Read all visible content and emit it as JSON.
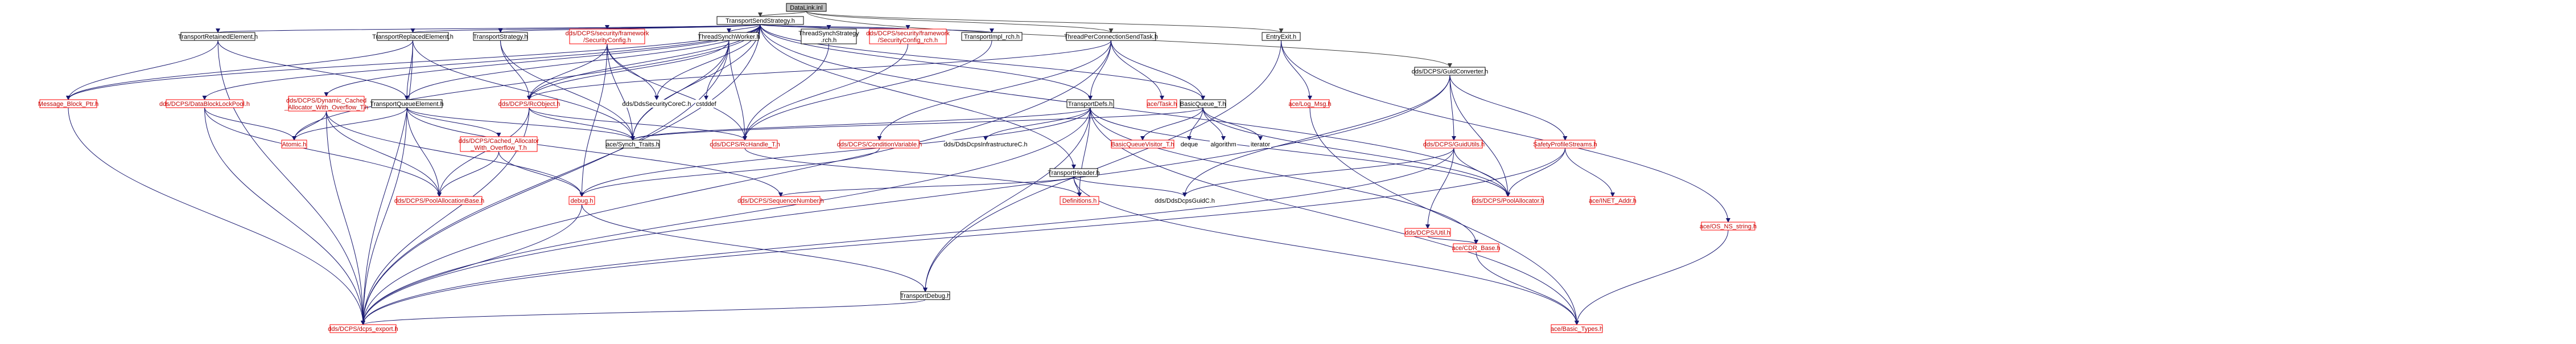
{
  "colors": {
    "edge_blue": "#191970",
    "edge_dark": "#404040",
    "node_border_red": "#ff0000",
    "node_border_black": "#000000",
    "node_root_fill": "#bfbfbf",
    "node_fill": "#ffffff",
    "text_red": "#c00000",
    "text_black": "#000000"
  },
  "nodes": [
    {
      "id": "datalink",
      "label": "DataLink.inl",
      "style": "root"
    },
    {
      "id": "tss",
      "label": "TransportSendStrategy.h",
      "style": "black"
    },
    {
      "id": "tre",
      "label": "TransportRetainedElement.h",
      "style": "black"
    },
    {
      "id": "trpe",
      "label": "TransportReplacedElement.h",
      "style": "black"
    },
    {
      "id": "tstrat",
      "label": "TransportStrategy.h",
      "style": "black"
    },
    {
      "id": "secconf",
      "label": [
        "dds/DCPS/security/framework",
        "/SecurityConfig.h"
      ],
      "style": "red"
    },
    {
      "id": "tswork",
      "label": "ThreadSynchWorker.h",
      "style": "black"
    },
    {
      "id": "tsstrat",
      "label": [
        "ThreadSynchStrategy",
        ".rch.h"
      ],
      "style": "black"
    },
    {
      "id": "secconfrch",
      "label": [
        "dds/DCPS/security/framework",
        "/SecurityConfig_rch.h"
      ],
      "style": "red"
    },
    {
      "id": "timplrch",
      "label": "TransportImpl_rch.h",
      "style": "black"
    },
    {
      "id": "tpcst",
      "label": "ThreadPerConnectionSendTask.h",
      "style": "black"
    },
    {
      "id": "entryexit",
      "label": "EntryExit.h",
      "style": "black"
    },
    {
      "id": "guidconv",
      "label": "dds/DCPS/GuidConverter.h",
      "style": "black"
    },
    {
      "id": "msgblk",
      "label": "Message_Block_Ptr.h",
      "style": "red"
    },
    {
      "id": "dblp",
      "label": "dds/DCPS/DataBlockLockPool.h",
      "style": "red"
    },
    {
      "id": "dcao",
      "label": [
        "dds/DCPS/Dynamic_Cached",
        "_Allocator_With_Overflow_T.h"
      ],
      "style": "red"
    },
    {
      "id": "tqe",
      "label": "TransportQueueElement.h",
      "style": "black"
    },
    {
      "id": "rcobj",
      "label": "dds/DCPS/RcObject.h",
      "style": "red"
    },
    {
      "id": "cstddef",
      "label": "cstddef",
      "style": "plain"
    },
    {
      "id": "ddssec",
      "label": "dds/DdsSecurityCoreC.h",
      "style": "plain"
    },
    {
      "id": "tdefs",
      "label": "TransportDefs.h",
      "style": "black"
    },
    {
      "id": "acetask",
      "label": "ace/Task.h",
      "style": "red"
    },
    {
      "id": "bq",
      "label": "BasicQueue_T.h",
      "style": "black"
    },
    {
      "id": "acelog",
      "label": "ace/Log_Msg.h",
      "style": "red"
    },
    {
      "id": "atomic",
      "label": "Atomic.h",
      "style": "red"
    },
    {
      "id": "cao",
      "label": [
        "dds/DCPS/Cached_Allocator",
        "_With_Overflow_T.h"
      ],
      "style": "red"
    },
    {
      "id": "synch",
      "label": "ace/Synch_Traits.h",
      "style": "black"
    },
    {
      "id": "rch",
      "label": "dds/DCPS/RcHandle_T.h",
      "style": "red"
    },
    {
      "id": "condvar",
      "label": "dds/DCPS/ConditionVariable.h",
      "style": "red"
    },
    {
      "id": "ddsinfra",
      "label": "dds/DdsDcpsInfrastructureC.h",
      "style": "plain"
    },
    {
      "id": "theader",
      "label": "TransportHeader.h",
      "style": "black"
    },
    {
      "id": "bqv",
      "label": "BasicQueueVisitor_T.h",
      "style": "red"
    },
    {
      "id": "deque",
      "label": "deque",
      "style": "plain"
    },
    {
      "id": "algorithm",
      "label": "algorithm",
      "style": "plain"
    },
    {
      "id": "iterator",
      "label": "iterator",
      "style": "plain"
    },
    {
      "id": "guidutils",
      "label": "dds/DCPS/GuidUtils.h",
      "style": "red"
    },
    {
      "id": "sps",
      "label": "SafetyProfileStreams.h",
      "style": "red"
    },
    {
      "id": "pab",
      "label": "dds/DCPS/PoolAllocationBase.h",
      "style": "red"
    },
    {
      "id": "debug",
      "label": "debug.h",
      "style": "red"
    },
    {
      "id": "seqnum",
      "label": "dds/DCPS/SequenceNumber.h",
      "style": "red"
    },
    {
      "id": "defs",
      "label": "Definitions.h",
      "style": "red"
    },
    {
      "id": "ddsguid",
      "label": "dds/DdsDcpsGuidC.h",
      "style": "plain"
    },
    {
      "id": "poolalloc",
      "label": "dds/DCPS/PoolAllocator.h",
      "style": "red"
    },
    {
      "id": "inetaddr",
      "label": "ace/INET_Addr.h",
      "style": "red"
    },
    {
      "id": "util",
      "label": "dds/DCPS/Util.h",
      "style": "red"
    },
    {
      "id": "cdrbase",
      "label": "ace/CDR_Base.h",
      "style": "red"
    },
    {
      "id": "osstring",
      "label": "ace/OS_NS_string.h",
      "style": "red"
    },
    {
      "id": "tdebug",
      "label": "TransportDebug.h",
      "style": "black"
    },
    {
      "id": "dcpsexport",
      "label": "dds/DCPS/dcps_export.h",
      "style": "red"
    },
    {
      "id": "basictypes",
      "label": "ace/Basic_Types.h",
      "style": "red"
    }
  ],
  "edges": [
    [
      "datalink",
      "tss"
    ],
    [
      "datalink",
      "tpcst"
    ],
    [
      "datalink",
      "entryexit"
    ],
    [
      "datalink",
      "guidconv"
    ],
    [
      "tss",
      "tre"
    ],
    [
      "tss",
      "trpe"
    ],
    [
      "tss",
      "tstrat"
    ],
    [
      "tss",
      "secconf"
    ],
    [
      "tss",
      "tswork"
    ],
    [
      "tss",
      "tsstrat"
    ],
    [
      "tss",
      "secconfrch"
    ],
    [
      "tss",
      "timplrch"
    ],
    [
      "tss",
      "msgblk"
    ],
    [
      "tss",
      "dblp"
    ],
    [
      "tss",
      "dcao"
    ],
    [
      "tss",
      "tqe"
    ],
    [
      "tss",
      "rcobj"
    ],
    [
      "tss",
      "ddssec"
    ],
    [
      "tss",
      "tdefs"
    ],
    [
      "tss",
      "bq"
    ],
    [
      "tss",
      "atomic"
    ],
    [
      "tss",
      "synch"
    ],
    [
      "tss",
      "theader"
    ],
    [
      "tss",
      "poolalloc"
    ],
    [
      "tss",
      "dcpsexport"
    ],
    [
      "tre",
      "msgblk"
    ],
    [
      "tre",
      "tqe"
    ],
    [
      "tre",
      "dcpsexport"
    ],
    [
      "trpe",
      "tqe"
    ],
    [
      "trpe",
      "msgblk"
    ],
    [
      "trpe",
      "synch"
    ],
    [
      "trpe",
      "dcpsexport"
    ],
    [
      "tstrat",
      "rcobj"
    ],
    [
      "tstrat",
      "synch"
    ],
    [
      "secconf",
      "rcobj"
    ],
    [
      "secconf",
      "ddssec"
    ],
    [
      "secconf",
      "debug"
    ],
    [
      "secconf",
      "synch"
    ],
    [
      "secconf",
      "rch"
    ],
    [
      "tswork",
      "rcobj"
    ],
    [
      "tswork",
      "cstddef"
    ],
    [
      "tswork",
      "rch"
    ],
    [
      "tswork",
      "synch"
    ],
    [
      "tswork",
      "dcpsexport"
    ],
    [
      "tsstrat",
      "rch"
    ],
    [
      "secconfrch",
      "rch"
    ],
    [
      "timplrch",
      "rch"
    ],
    [
      "tpcst",
      "tdefs"
    ],
    [
      "tpcst",
      "acetask"
    ],
    [
      "tpcst",
      "bq"
    ],
    [
      "tpcst",
      "condvar"
    ],
    [
      "tpcst",
      "rcobj"
    ],
    [
      "tpcst",
      "dcpsexport"
    ],
    [
      "entryexit",
      "acelog"
    ],
    [
      "entryexit",
      "tdebug"
    ],
    [
      "entryexit",
      "osstring"
    ],
    [
      "guidconv",
      "guidutils"
    ],
    [
      "guidconv",
      "sps"
    ],
    [
      "guidconv",
      "poolalloc"
    ],
    [
      "guidconv",
      "ddsguid"
    ],
    [
      "guidconv",
      "dcpsexport"
    ],
    [
      "msgblk",
      "dcpsexport"
    ],
    [
      "dblp",
      "pab"
    ],
    [
      "dblp",
      "atomic"
    ],
    [
      "dblp",
      "dcpsexport"
    ],
    [
      "dcao",
      "atomic"
    ],
    [
      "dcao",
      "pab"
    ],
    [
      "dcao",
      "debug"
    ],
    [
      "dcao",
      "dcpsexport"
    ],
    [
      "tqe",
      "atomic"
    ],
    [
      "tqe",
      "cao"
    ],
    [
      "tqe",
      "pab"
    ],
    [
      "tqe",
      "seqnum"
    ],
    [
      "tqe",
      "dcpsexport"
    ],
    [
      "tqe",
      "synch"
    ],
    [
      "rcobj",
      "pab"
    ],
    [
      "rcobj",
      "synch"
    ],
    [
      "rcobj",
      "rch"
    ],
    [
      "rcobj",
      "dcpsexport"
    ],
    [
      "tdefs",
      "debug"
    ],
    [
      "tdefs",
      "synch"
    ],
    [
      "tdefs",
      "ddsinfra"
    ],
    [
      "tdefs",
      "defs"
    ],
    [
      "tdefs",
      "cdrbase"
    ],
    [
      "tdefs",
      "basictypes"
    ],
    [
      "tdefs",
      "tdebug"
    ],
    [
      "tdefs",
      "poolalloc"
    ],
    [
      "tdefs",
      "dcpsexport"
    ],
    [
      "bq",
      "bqv"
    ],
    [
      "bq",
      "deque"
    ],
    [
      "bq",
      "algorithm"
    ],
    [
      "bq",
      "iterator"
    ],
    [
      "bq",
      "synch"
    ],
    [
      "bq",
      "poolalloc"
    ],
    [
      "acelog",
      "basictypes"
    ],
    [
      "cao",
      "pab"
    ],
    [
      "cao",
      "debug"
    ],
    [
      "condvar",
      "debug"
    ],
    [
      "theader",
      "seqnum"
    ],
    [
      "theader",
      "defs"
    ],
    [
      "theader",
      "ddsguid"
    ],
    [
      "theader",
      "basictypes"
    ],
    [
      "guidutils",
      "util"
    ],
    [
      "guidutils",
      "ddsguid"
    ],
    [
      "guidutils",
      "poolalloc"
    ],
    [
      "guidutils",
      "dcpsexport"
    ],
    [
      "sps",
      "poolalloc"
    ],
    [
      "sps",
      "inetaddr"
    ],
    [
      "sps",
      "dcpsexport"
    ],
    [
      "rch",
      "defs"
    ],
    [
      "debug",
      "dcpsexport"
    ],
    [
      "debug",
      "tdebug"
    ],
    [
      "util",
      "cdrbase"
    ],
    [
      "cdrbase",
      "basictypes"
    ],
    [
      "osstring",
      "basictypes"
    ],
    [
      "tdebug",
      "dcpsexport"
    ]
  ]
}
